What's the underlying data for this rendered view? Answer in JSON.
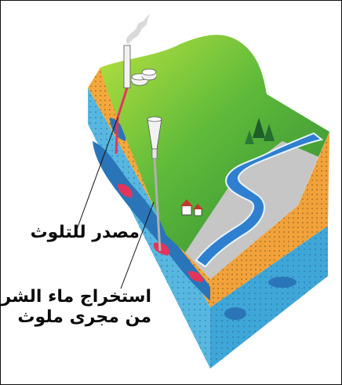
{
  "labels": {
    "pollution_source": "مصدر للتلوث",
    "extraction_line1": "استخراج ماء الشرب",
    "extraction_line2": "من مجرى ملوث"
  },
  "colors": {
    "grass": "#3f9e3a",
    "grass_light": "#9fd83c",
    "sand": "#f3a23a",
    "aquifer": "#3aa3d8",
    "aquifer_light": "#7fd0ea",
    "plume": "#e0325a",
    "river": "#2f7fd0",
    "clay": "#b8b8b8"
  }
}
